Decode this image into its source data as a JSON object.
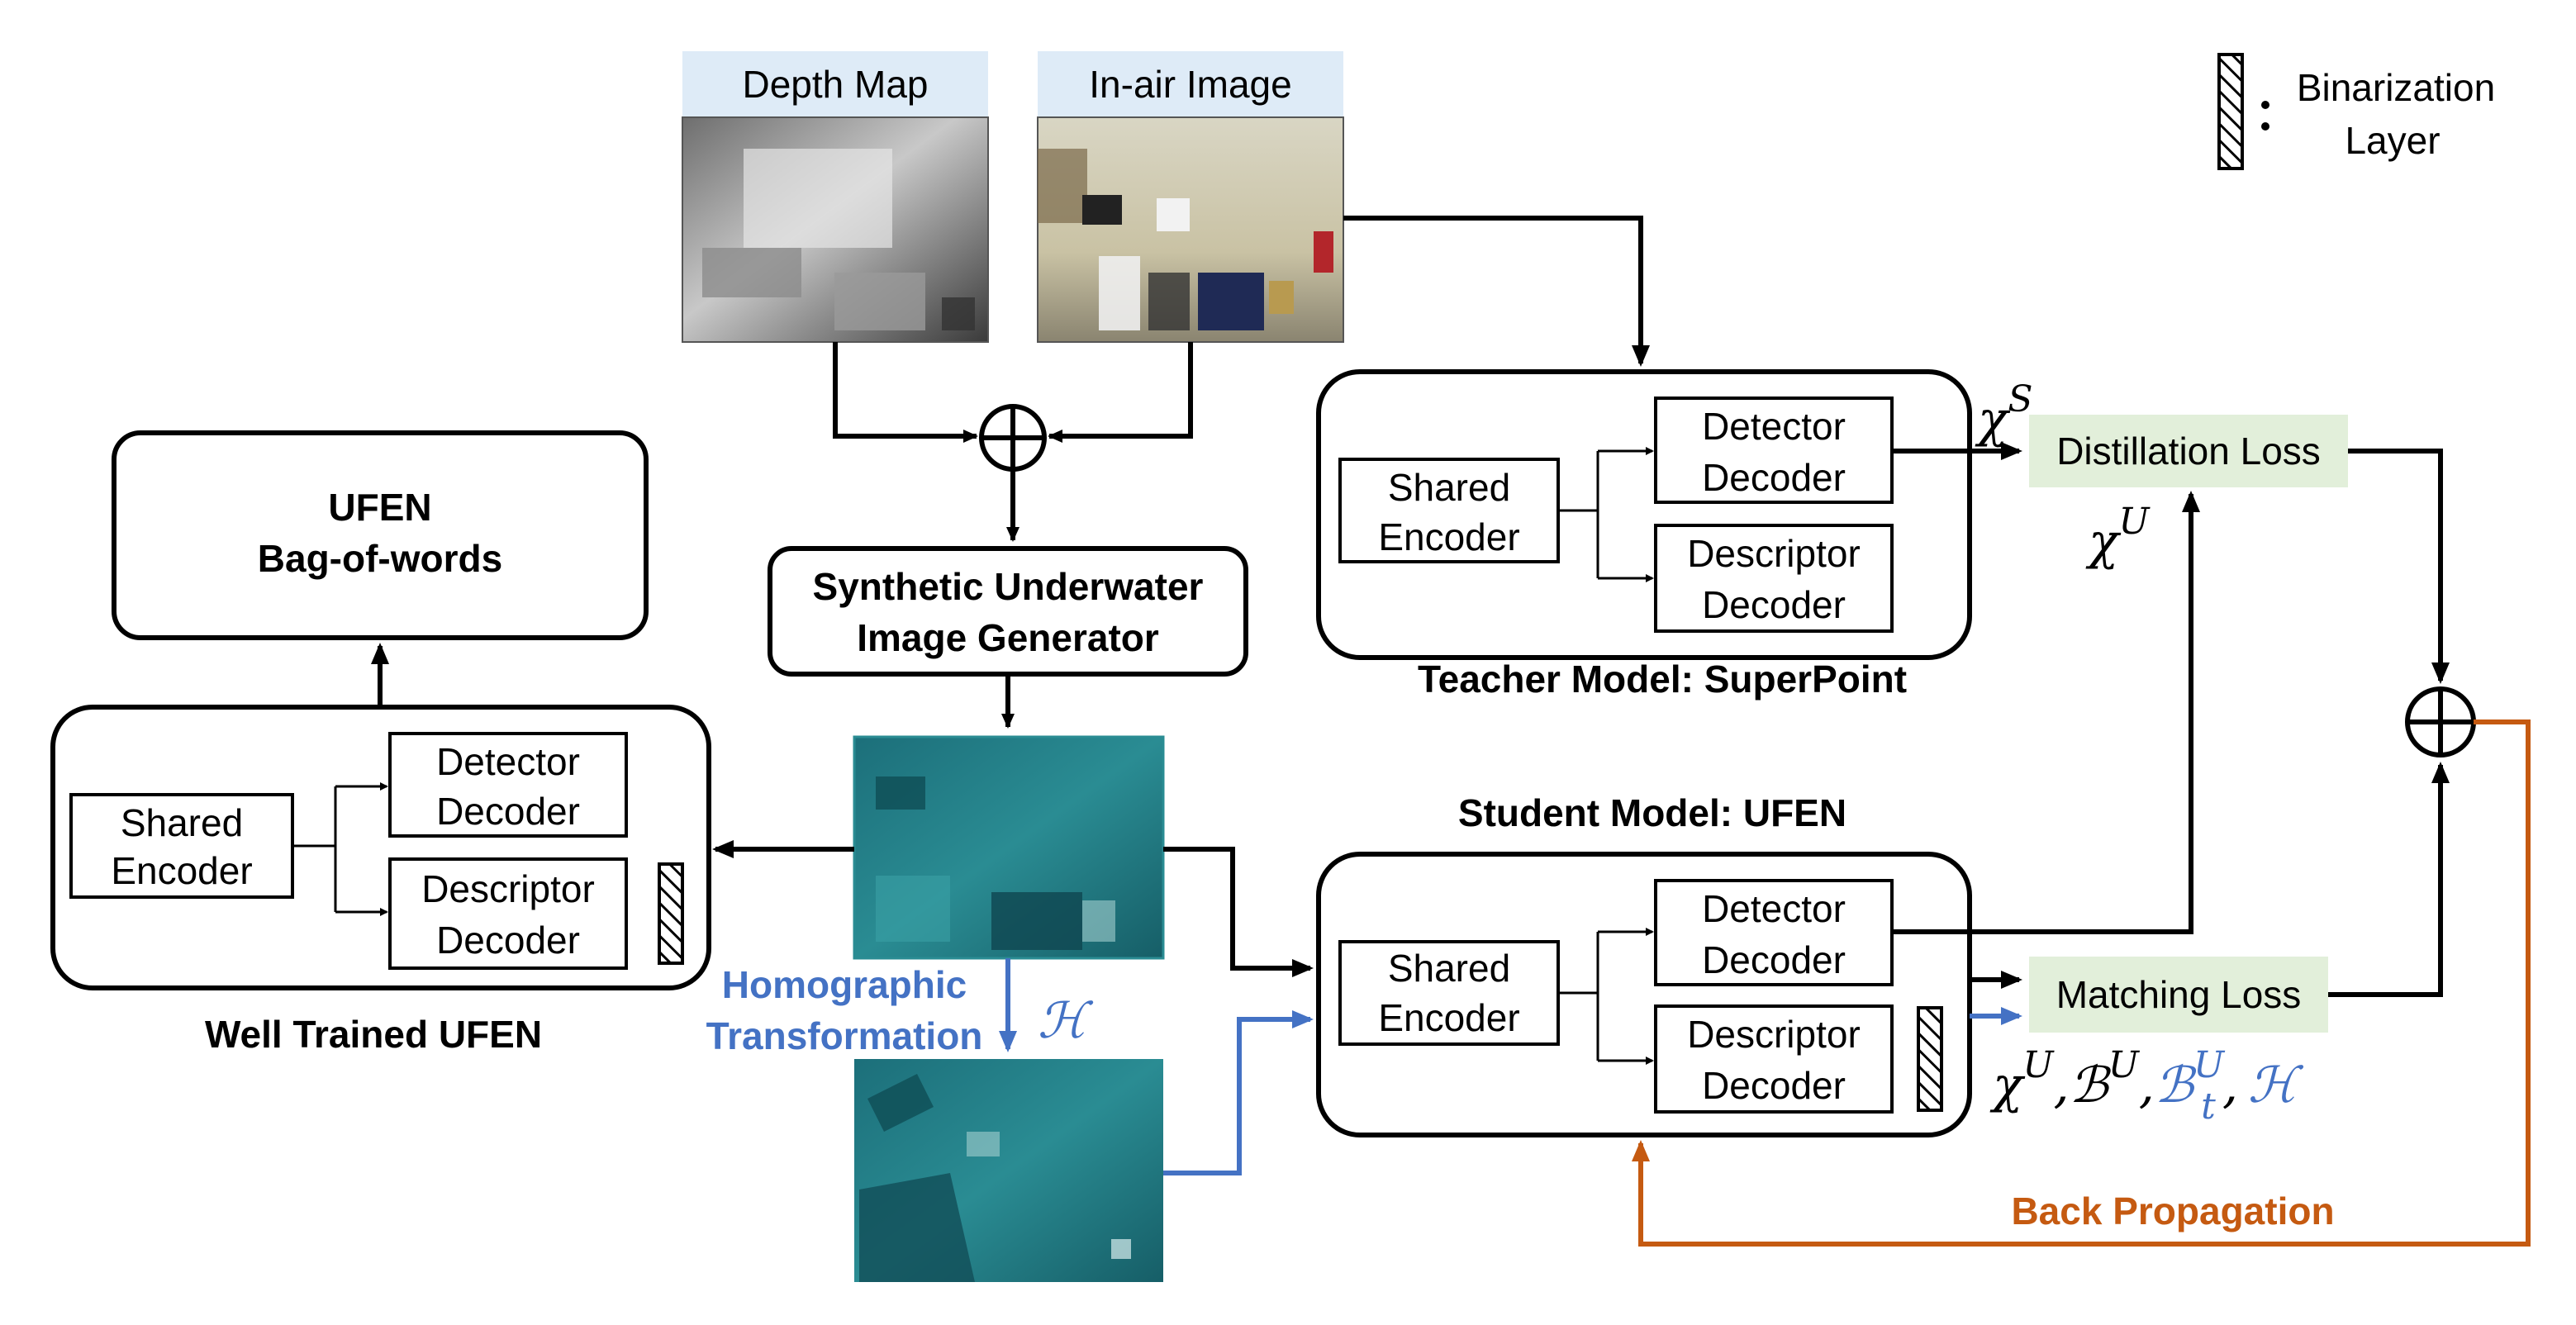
{
  "legend": {
    "line1": "Binarization",
    "line2": "Layer"
  },
  "inputs": {
    "depth_label": "Depth Map",
    "inair_label": "In-air Image"
  },
  "generator": {
    "line1": "Synthetic Underwater",
    "line2": "Image Generator"
  },
  "bow": {
    "line1": "UFEN",
    "line2": "Bag-of-words"
  },
  "well_trained": {
    "title": "Well Trained UFEN",
    "shared": [
      "Shared",
      "Encoder"
    ],
    "detector": [
      "Detector",
      "Decoder"
    ],
    "descriptor": [
      "Descriptor",
      "Decoder"
    ]
  },
  "teacher": {
    "title": "Teacher Model: SuperPoint",
    "shared": [
      "Shared",
      "Encoder"
    ],
    "detector": [
      "Detector",
      "Decoder"
    ],
    "descriptor": [
      "Descriptor",
      "Decoder"
    ]
  },
  "student": {
    "title": "Student Model: UFEN",
    "shared": [
      "Shared",
      "Encoder"
    ],
    "detector": [
      "Detector",
      "Decoder"
    ],
    "descriptor": [
      "Descriptor",
      "Decoder"
    ]
  },
  "losses": {
    "distillation": "Distillation Loss",
    "matching": "Matching Loss"
  },
  "homographic": {
    "line1": "Homographic",
    "line2": "Transformation",
    "symbol": "ℋ"
  },
  "back_prop": "Back Propagation",
  "symbols": {
    "chi": "χ",
    "sup_s": "S",
    "sup_u": "U",
    "bscript": "ℬ",
    "sub_t": "t",
    "comma": ",",
    "h": "ℋ"
  },
  "colors": {
    "blue": "#4472C4",
    "orange": "#C55A11",
    "loss_fill": "#E2EFDA",
    "label_fill": "#DEEBF7",
    "teal": "#1F7E86"
  }
}
